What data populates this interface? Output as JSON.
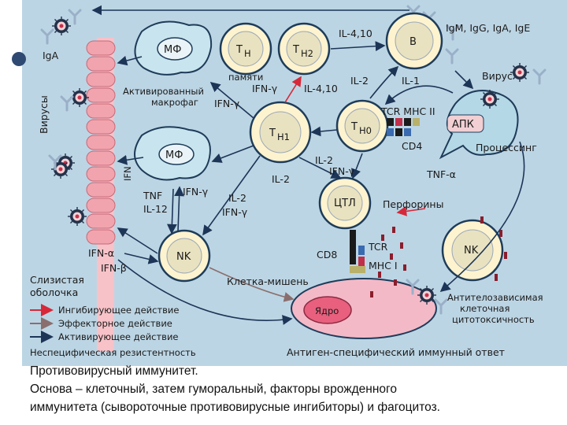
{
  "colors": {
    "background": "#bcd5e4",
    "cell_fill": "#fdf3cf",
    "cell_stroke": "#1e3c5a",
    "membrane": "#f1a4ad",
    "arrow": "#1d3557",
    "inhibit": "#d62839",
    "effector": "#8a6e6e",
    "target_cell": "#f4b9c7",
    "nucleus": "#e8607e"
  },
  "labels": {
    "iga": "IgA",
    "viruses": "Вирусы",
    "mf_top": "МФ",
    "mf_bottom": "МФ",
    "ifn_v": "IFN",
    "act_mf_1": "Активированный",
    "act_mf_2": "макрофаг",
    "th_mem_sub": "H",
    "th_mem_caption": "памяти",
    "th2_sub": "H2",
    "th1_sub": "H1",
    "th0_sub": "H0",
    "t": "T",
    "b": "B",
    "il410_top": "IL-4,10",
    "igs": "IgM, IgG, IgA, IgE",
    "ifn_g_1": "IFN-γ",
    "il410_mid": "IL-4,10",
    "il2_1": "IL-2",
    "il1": "IL-1",
    "ifn_g_2": "IFN-γ",
    "virus": "Вирус",
    "apk": "АПК",
    "processing": "Процессинг",
    "tcr_mhc2": "TCR MHC II",
    "cd4": "CD4",
    "il2_2": "IL-2",
    "ifn_g_3": "IFN-γ",
    "tnf_a": "TNF-α",
    "il2_3": "IL-2",
    "ctl": "ЦТЛ",
    "perforins": "Перфорины",
    "tnf": "TNF",
    "il12": "IL-12",
    "ifn_g_4": "IFN-γ",
    "il2_4": "IL-2",
    "ifn_g_5": "IFN-γ",
    "nk_left": "NK",
    "nk_right": "NK",
    "ifn_a": "IFN-α",
    "ifn_b": "IFN-β",
    "cd8": "CD8",
    "tcr": "TCR",
    "mhc1": "MHC I",
    "target": "Клетка-мишень",
    "nucleus": "Ядро",
    "adcc_1": "Антителозависимая",
    "adcc_2": "клеточная",
    "adcc_3": "цитотоксичность",
    "mucosa_1": "Слизистая",
    "mucosa_2": "оболочка",
    "legend_inhibit": "Ингибирующее действие",
    "legend_effector": "Эффекторное действие",
    "legend_activate": "Активирующее действие",
    "nonspecific": "Неспецифическая резистентность",
    "specific": "Антиген-специфический иммунный ответ"
  },
  "caption": {
    "line1": "Противовирусный иммунитет.",
    "line2": "Основа – клеточный, затем гуморальный, факторы врожденного",
    "line3": "иммунитета (сывороточные противовирусные ингибиторы) и фагоцитоз."
  }
}
